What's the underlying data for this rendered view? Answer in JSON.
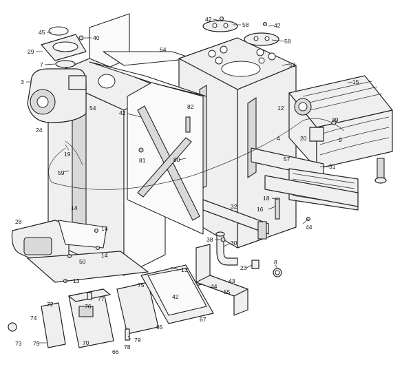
{
  "labels": {
    "l42a": "42",
    "l58a": "58",
    "l42b": "42",
    "l58b": "58",
    "l45": "45",
    "l40": "40",
    "l29": "29",
    "l64": "64",
    "l7": "7",
    "l52": "52",
    "l15": "15",
    "l3": "3",
    "l54": "54",
    "l42c": "42",
    "l82": "82",
    "l12": "12",
    "l39": "39",
    "l24": "24",
    "l4": "4",
    "l20": "20",
    "l9": "9",
    "l19": "19",
    "l81": "81",
    "l80": "80",
    "l57": "57",
    "l31": "31",
    "l59": "59",
    "l18": "18",
    "l14a": "14",
    "l32": "32",
    "l16": "16",
    "l28": "28",
    "l14b": "14",
    "l44a": "44",
    "l38": "38",
    "l30": "30",
    "l14c": "14",
    "l50": "50",
    "l8": "8",
    "l23": "23",
    "l13a": "13",
    "l13b": "13",
    "l43": "43",
    "l75a": "75",
    "l44b": "44",
    "l55": "55",
    "l77": "77",
    "l42d": "42",
    "l72": "72",
    "l76": "76",
    "l74": "74",
    "l65": "65",
    "l67": "67",
    "l79": "79",
    "l73": "73",
    "l75b": "75",
    "l70": "70",
    "l78": "78",
    "l66": "66"
  }
}
